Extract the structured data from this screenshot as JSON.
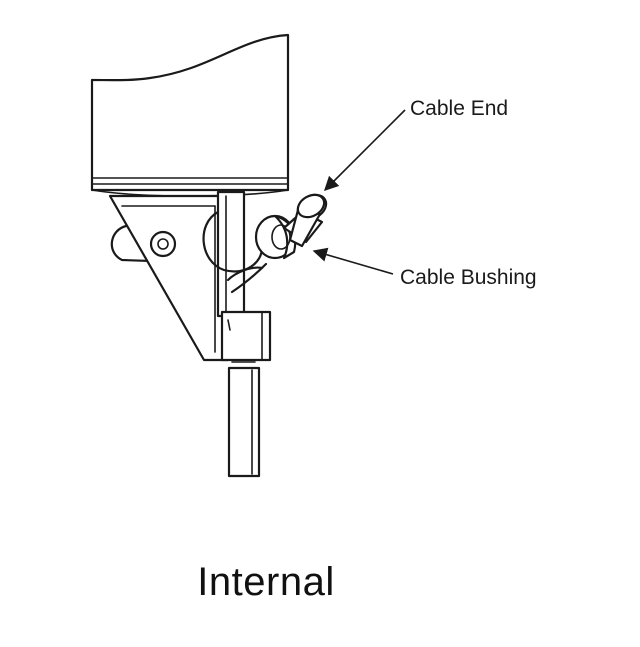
{
  "callouts": {
    "cable_end": "Cable End",
    "cable_bushing": "Cable Bushing"
  },
  "caption": "Internal",
  "colors": {
    "line": "#1a1a1a",
    "background": "#ffffff"
  }
}
